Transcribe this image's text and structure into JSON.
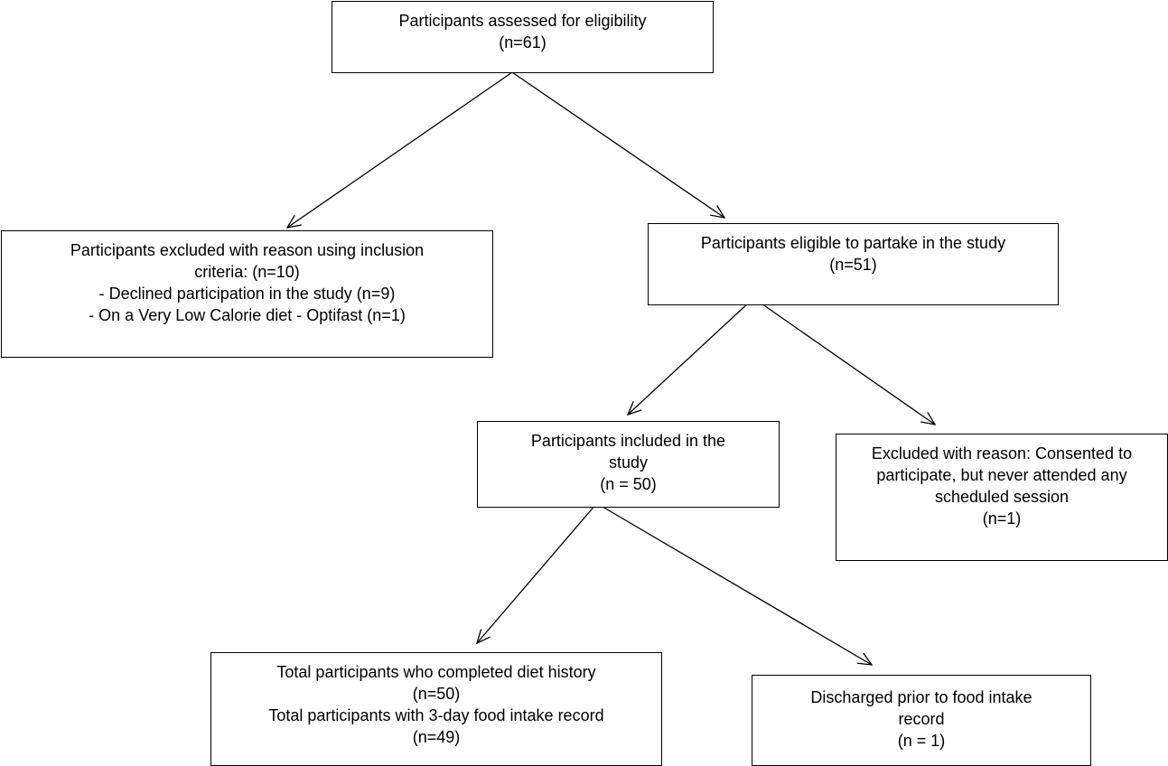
{
  "diagram": {
    "type": "flowchart",
    "nodes": {
      "assessed": {
        "lines": [
          "Participants assessed for eligibility",
          "(n=61)"
        ]
      },
      "excluded_inclusion": {
        "lines": [
          "Participants excluded with reason using inclusion",
          "criteria: (n=10)",
          "- Declined participation in the study (n=9)",
          "- On a Very Low Calorie diet -  Optifast (n=1)"
        ]
      },
      "eligible": {
        "lines": [
          "Participants eligible to partake in the study",
          "(n=51)"
        ]
      },
      "included": {
        "lines": [
          "Participants included in the",
          "study",
          "(n = 50)"
        ]
      },
      "excluded_no_show": {
        "lines": [
          "Excluded with reason: Consented to",
          "participate, but never attended any",
          "scheduled session",
          "(n=1)"
        ]
      },
      "completed": {
        "lines": [
          "Total participants who completed diet history",
          "(n=50)",
          "Total participants with 3-day food intake record",
          "(n=49)"
        ]
      },
      "discharged": {
        "lines": [
          "Discharged prior to food intake",
          "record",
          "(n = 1)"
        ]
      }
    },
    "edges": [
      {
        "from": "assessed",
        "to": "excluded_inclusion"
      },
      {
        "from": "assessed",
        "to": "eligible"
      },
      {
        "from": "eligible",
        "to": "included"
      },
      {
        "from": "eligible",
        "to": "excluded_no_show"
      },
      {
        "from": "included",
        "to": "completed"
      },
      {
        "from": "included",
        "to": "discharged"
      }
    ],
    "colors": {
      "line": "#000000",
      "box_border": "#000000",
      "background": "#ffffff"
    }
  }
}
